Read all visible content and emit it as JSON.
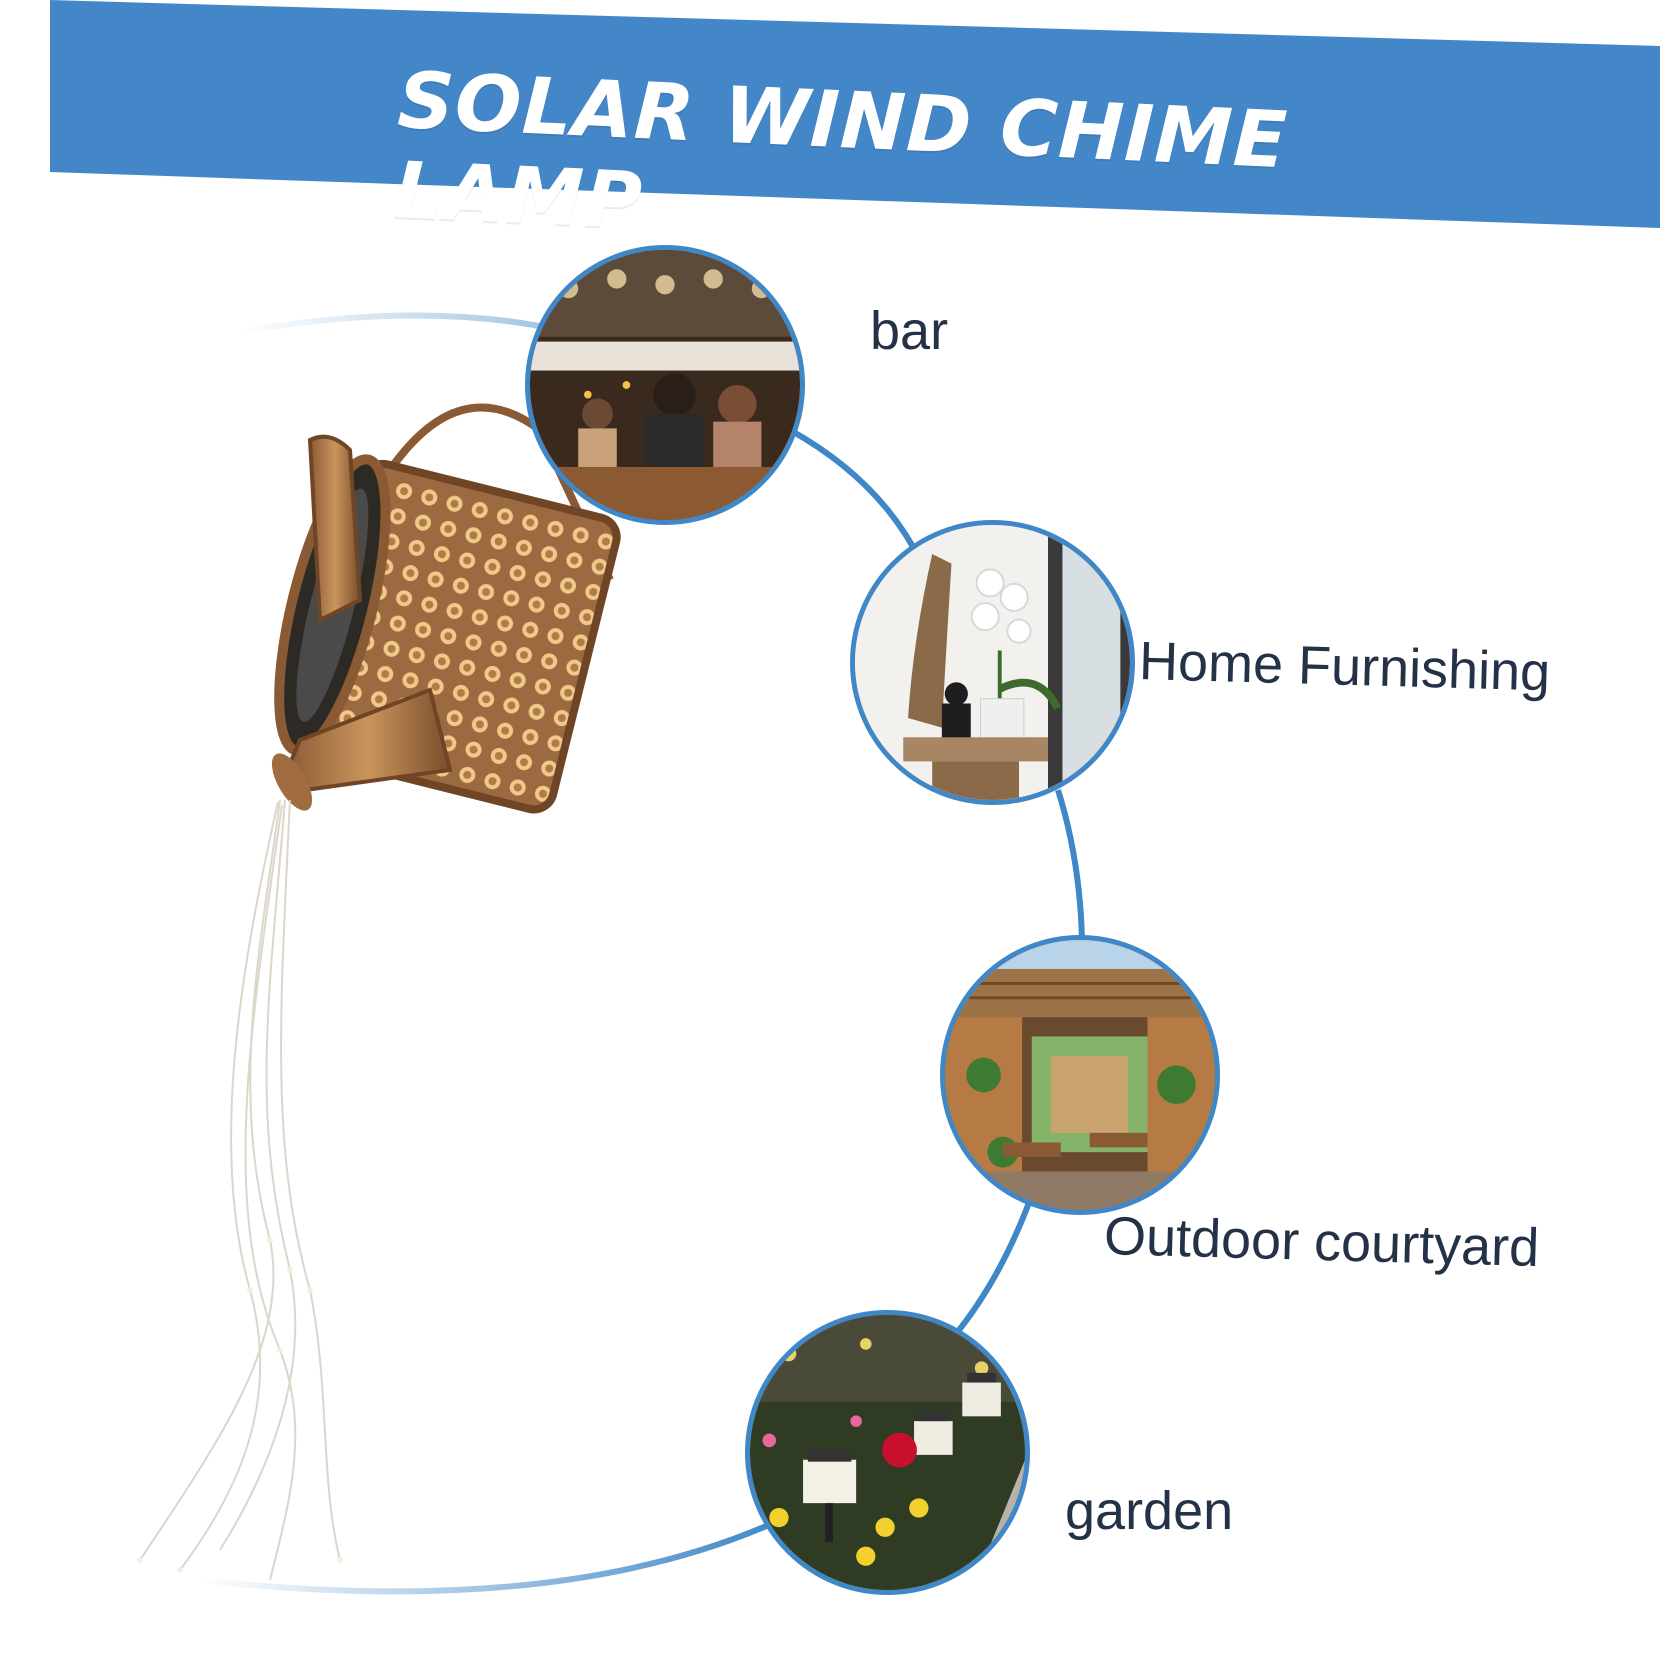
{
  "banner": {
    "title": "SOLAR WIND CHIME LAMP",
    "color": "#4487c8"
  },
  "accent_color": "#3f87c6",
  "scenes": [
    {
      "label": "bar",
      "icon": "bar-scene-photo"
    },
    {
      "label": "Home Furnishing",
      "icon": "home-furnishing-scene-photo"
    },
    {
      "label": "Outdoor courtyard",
      "icon": "outdoor-courtyard-scene-photo"
    },
    {
      "label": "garden",
      "icon": "garden-scene-photo"
    }
  ],
  "product": {
    "icon": "watering-can-lamp-illustration"
  }
}
